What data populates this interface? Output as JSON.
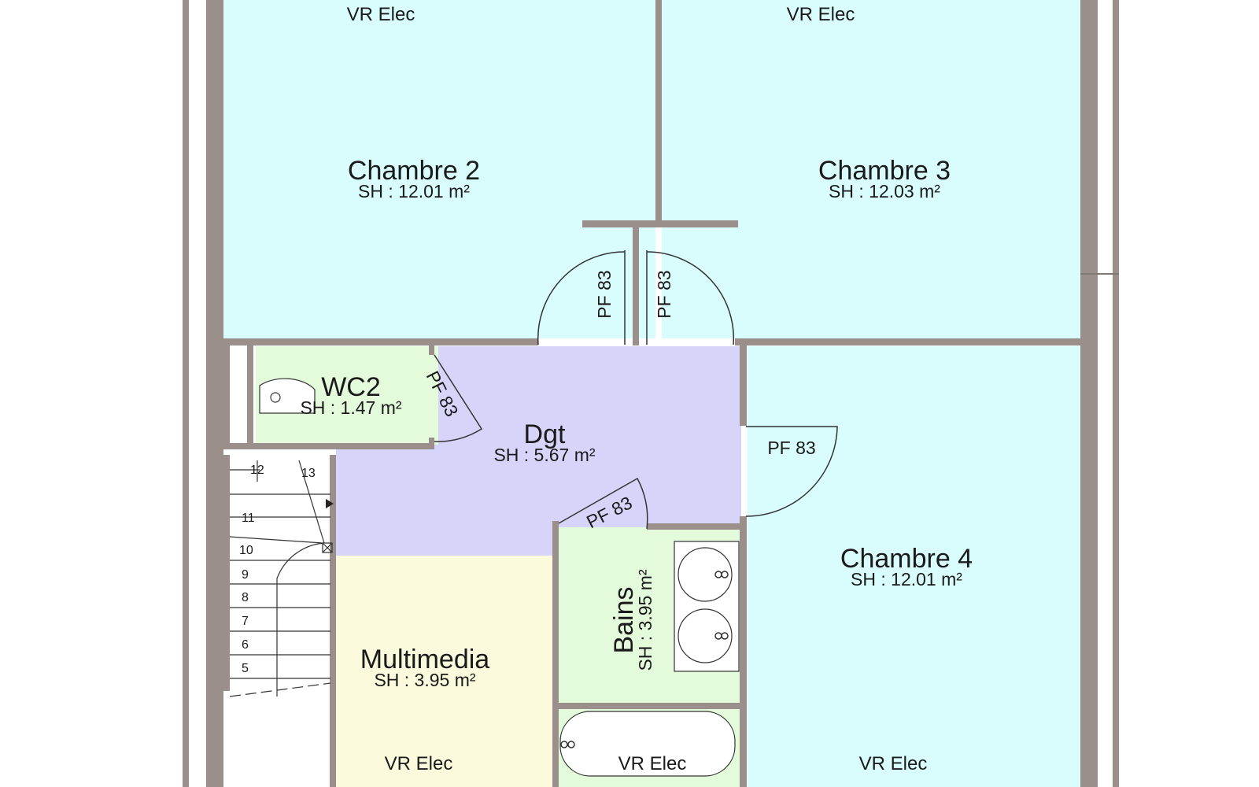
{
  "plan": {
    "colors": {
      "wall": "#9a8f8b",
      "bedroom": "#d9fdfd",
      "corridor": "#d7d4fa",
      "wc": "#e3fadb",
      "bath": "#e3fadb",
      "multimedia": "#fbfadc",
      "stairs": "#ffffff"
    },
    "rooms": {
      "chambre2": {
        "name": "Chambre 2",
        "area": "SH : 12.01 m²",
        "vr": "VR Elec"
      },
      "chambre3": {
        "name": "Chambre 3",
        "area": "SH : 12.03 m²",
        "vr": "VR Elec"
      },
      "chambre4": {
        "name": "Chambre 4",
        "area": "SH : 12.01 m²",
        "vr": "VR Elec"
      },
      "wc2": {
        "name": "WC2",
        "area": "SH : 1.47 m²"
      },
      "dgt": {
        "name": "Dgt",
        "area": "SH : 5.67 m²"
      },
      "bains": {
        "name": "Bains",
        "area": "SH : 3.95 m²",
        "vr": "VR Elec"
      },
      "multimedia": {
        "name": "Multimedia",
        "area": "SH : 3.95 m²",
        "vr": "VR Elec"
      }
    },
    "doors": {
      "d1": "PF 83",
      "d2": "PF 83",
      "d3": "PF 83",
      "d4": "PF 83",
      "d5": "PF 83"
    },
    "stair_steps": [
      "12",
      "13",
      "11",
      "10",
      "9",
      "8",
      "7",
      "6",
      "5"
    ]
  }
}
